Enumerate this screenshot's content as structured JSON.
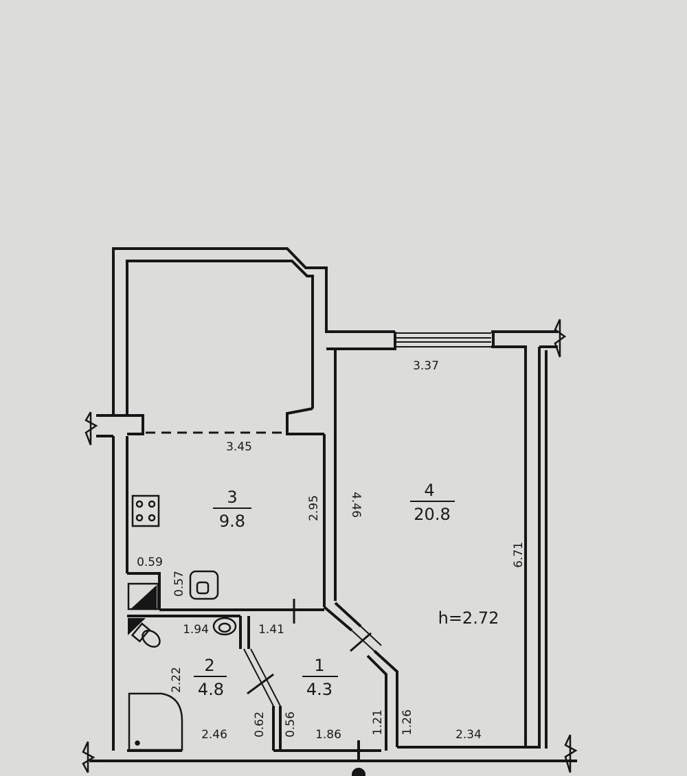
{
  "rooms": [
    {
      "number": "1",
      "area": "4.3"
    },
    {
      "number": "2",
      "area": "4.8"
    },
    {
      "number": "3",
      "area": "9.8"
    },
    {
      "number": "4",
      "area": "20.8"
    }
  ],
  "ceiling_height": "h=2.72",
  "dimensions": {
    "balcony_width": "3.45",
    "room4_width": "3.37",
    "kitchen_depth": "2.95",
    "room4_inner": "4.46",
    "room4_length": "6.71",
    "duct_width": "0.59",
    "duct_depth": "0.57",
    "bath_width": "1.94",
    "hall_top": "1.41",
    "bath_depth": "2.22",
    "bath_bottom": "2.46",
    "bath_door_a": "0.62",
    "bath_door_b": "0.56",
    "hall_bottom": "1.86",
    "hall_right_a": "1.21",
    "hall_right_b": "1.26",
    "room4_bottom": "2.34"
  }
}
